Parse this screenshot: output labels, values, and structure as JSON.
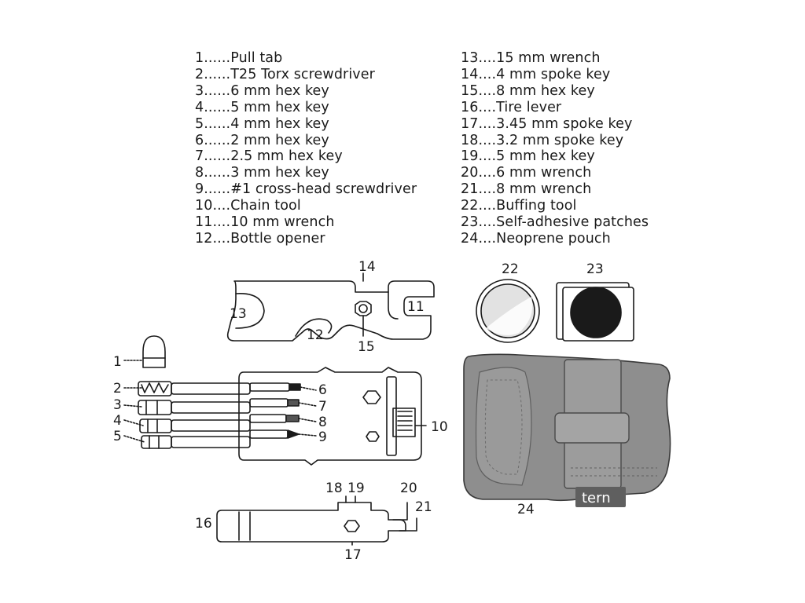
{
  "legend": {
    "left": [
      {
        "num": "1",
        "sep": "......",
        "label": "Pull tab"
      },
      {
        "num": "2",
        "sep": "......",
        "label": "T25 Torx screwdriver"
      },
      {
        "num": "3",
        "sep": "......",
        "label": "6 mm hex key"
      },
      {
        "num": "4",
        "sep": "......",
        "label": "5 mm hex key"
      },
      {
        "num": "5",
        "sep": "......",
        "label": "4 mm hex key"
      },
      {
        "num": "6",
        "sep": "......",
        "label": "2 mm hex key"
      },
      {
        "num": "7",
        "sep": "......",
        "label": "2.5 mm hex key"
      },
      {
        "num": "8",
        "sep": "......",
        "label": "3 mm hex key"
      },
      {
        "num": "9",
        "sep": "......",
        "label": "#1 cross-head screwdriver"
      },
      {
        "num": "10",
        "sep": "....",
        "label": "Chain tool"
      },
      {
        "num": "11",
        "sep": "....",
        "label": "10 mm wrench"
      },
      {
        "num": "12",
        "sep": "....",
        "label": "Bottle opener"
      }
    ],
    "right": [
      {
        "num": "13",
        "sep": "....",
        "label": "15 mm wrench"
      },
      {
        "num": "14",
        "sep": "....",
        "label": "4 mm spoke key"
      },
      {
        "num": "15",
        "sep": "....",
        "label": "8 mm hex key"
      },
      {
        "num": "16",
        "sep": "....",
        "label": "Tire lever"
      },
      {
        "num": "17",
        "sep": "....",
        "label": "3.45 mm spoke key"
      },
      {
        "num": "18",
        "sep": "....",
        "label": "3.2 mm spoke key"
      },
      {
        "num": "19",
        "sep": "....",
        "label": "5 mm hex key"
      },
      {
        "num": "20",
        "sep": "....",
        "label": "6 mm wrench"
      },
      {
        "num": "21",
        "sep": "....",
        "label": "8 mm wrench"
      },
      {
        "num": "22",
        "sep": "....",
        "label": "Buffing tool"
      },
      {
        "num": "23",
        "sep": "....",
        "label": "Self-adhesive patches"
      },
      {
        "num": "24",
        "sep": "....",
        "label": "Neoprene pouch"
      }
    ]
  },
  "callouts": {
    "c1": "1",
    "c2": "2",
    "c3": "3",
    "c4": "4",
    "c5": "5",
    "c6": "6",
    "c7": "7",
    "c8": "8",
    "c9": "9",
    "c10": "10",
    "c11": "11",
    "c12": "12",
    "c13": "13",
    "c14": "14",
    "c15": "15",
    "c16": "16",
    "c17": "17",
    "c18": "18",
    "c19": "19",
    "c20": "20",
    "c21": "21",
    "c22": "22",
    "c23": "23",
    "c24": "24"
  },
  "brand_mark": "tern",
  "colors": {
    "ink": "#1a1a1a",
    "pouch": "#8e8e8e",
    "pouch_dark": "#5f5f5f",
    "tool_gray": "#d4d4d4",
    "patch": "#1a1a1a"
  }
}
